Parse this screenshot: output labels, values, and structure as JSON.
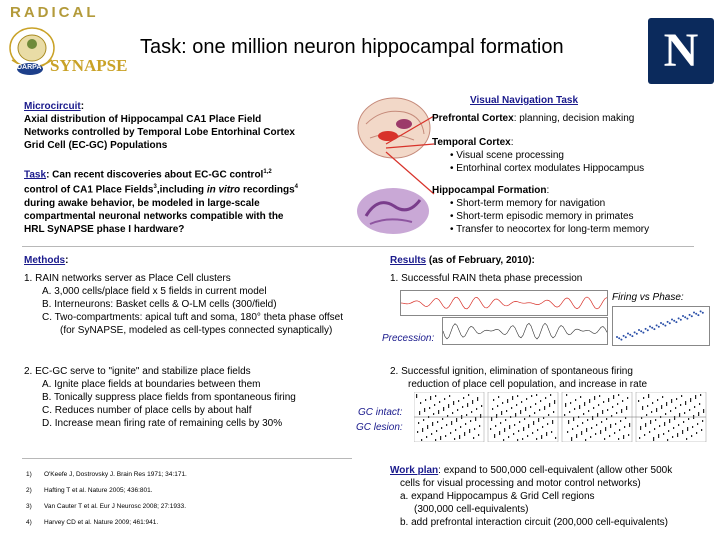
{
  "header": {
    "radical": "RADICAL",
    "synapse_logo": "SYNAPSE",
    "darpa": "DARPA",
    "title": "Task: one million neuron hippocampal formation",
    "n_logo": "N"
  },
  "microcircuit": {
    "label": "Microcircuit",
    "colon": ":",
    "lines": [
      "Axial distribution of Hippocampal CA1 Place Field",
      "Networks controlled by Temporal Lobe Entorhinal Cortex",
      "Grid Cell (EC-GC) Populations"
    ]
  },
  "task": {
    "label": "Task",
    "line1": ": Can recent discoveries about EC-GC control",
    "sup1": "1,2",
    "line2": "control of CA1 Place Fields",
    "sup2": "3",
    "line2b": ",including ",
    "line2c": "in vitro",
    "line2d": " recordings",
    "sup3": "4",
    "lines": [
      "during awake behavior, be modeled in large-scale",
      "compartmental neuronal networks compatible with the",
      "HRL SyNAPSE phase I hardware?"
    ]
  },
  "visual_nav": {
    "title": "Visual Navigation Task",
    "prefrontal_label": "Prefrontal Cortex",
    "prefrontal_text": ": planning, decision making",
    "temporal_label": "Temporal Cortex",
    "temporal_colon": ":",
    "temporal_items": [
      "• Visual scene processing",
      "• Entorhinal cortex modulates Hippocampus"
    ],
    "hippo_label": "Hippocampal Formation",
    "hippo_colon": ":",
    "hippo_items": [
      "• Short-term memory for navigation",
      "• Short-term episodic memory in primates",
      "• Transfer to neocortex for long-term memory"
    ]
  },
  "methods": {
    "label": "Methods",
    "colon": ":",
    "item1": {
      "head": "1. RAIN networks server as Place Cell clusters",
      "subs": [
        "A. 3,000 cells/place field x 5 fields in current model",
        "B. Interneurons: Basket cells & O-LM cells (300/field)",
        "C. Two-compartments: apical tuft and soma, 180° theta phase offset",
        "(for SyNAPSE, modeled as cell-types connected synaptically)"
      ]
    },
    "item2": {
      "head": "2. EC-GC serve to \"ignite\" and stabilize place fields",
      "subs": [
        "A. Ignite place fields at boundaries between them",
        "B. Tonically suppress place fields from spontaneous firing",
        "C. Reduces number of place cells by about half",
        "D. Increase mean firing rate of remaining cells by 30%"
      ]
    }
  },
  "results": {
    "label": "Results",
    "date": " (as of February, 2010):",
    "r1": "1. Successful RAIN theta phase precession",
    "firing_vs_phase": "Firing vs Phase:",
    "precession": "Precession:",
    "r2a": "2. Successful ignition, elimination of spontaneous firing",
    "r2b": "reduction of place cell population, and increase in rate",
    "gc_intact": "GC intact:",
    "gc_lesion": "GC lesion:"
  },
  "references": [
    {
      "num": "1)",
      "text": "O'Keefe J, Dostrovsky J. Brain Res 1971; 34:171."
    },
    {
      "num": "2)",
      "text": "Hafting T et al. Nature 2005; 436:801."
    },
    {
      "num": "3)",
      "text": "Van Cauter T et al. Eur J Neurosc 2008; 27:1933."
    },
    {
      "num": "4)",
      "text": "Harvey CD et al. Nature 2009; 461:941."
    }
  ],
  "workplan": {
    "label": "Work plan",
    "lines": [
      ": expand to 500,000 cell-equivalent (allow other 500k",
      "cells for visual processing and motor control networks)",
      "a. expand Hippocampus & Grid Cell regions",
      "(300,000 cell-equivalents)",
      "b. add prefrontal interaction circuit (200,000 cell-equivalents)"
    ]
  },
  "colors": {
    "title_blue": "#1a1a8c",
    "n_logo_bg": "#0b2a5c",
    "accent_red": "#d8322a",
    "synapse_gold": "#c9a227"
  }
}
